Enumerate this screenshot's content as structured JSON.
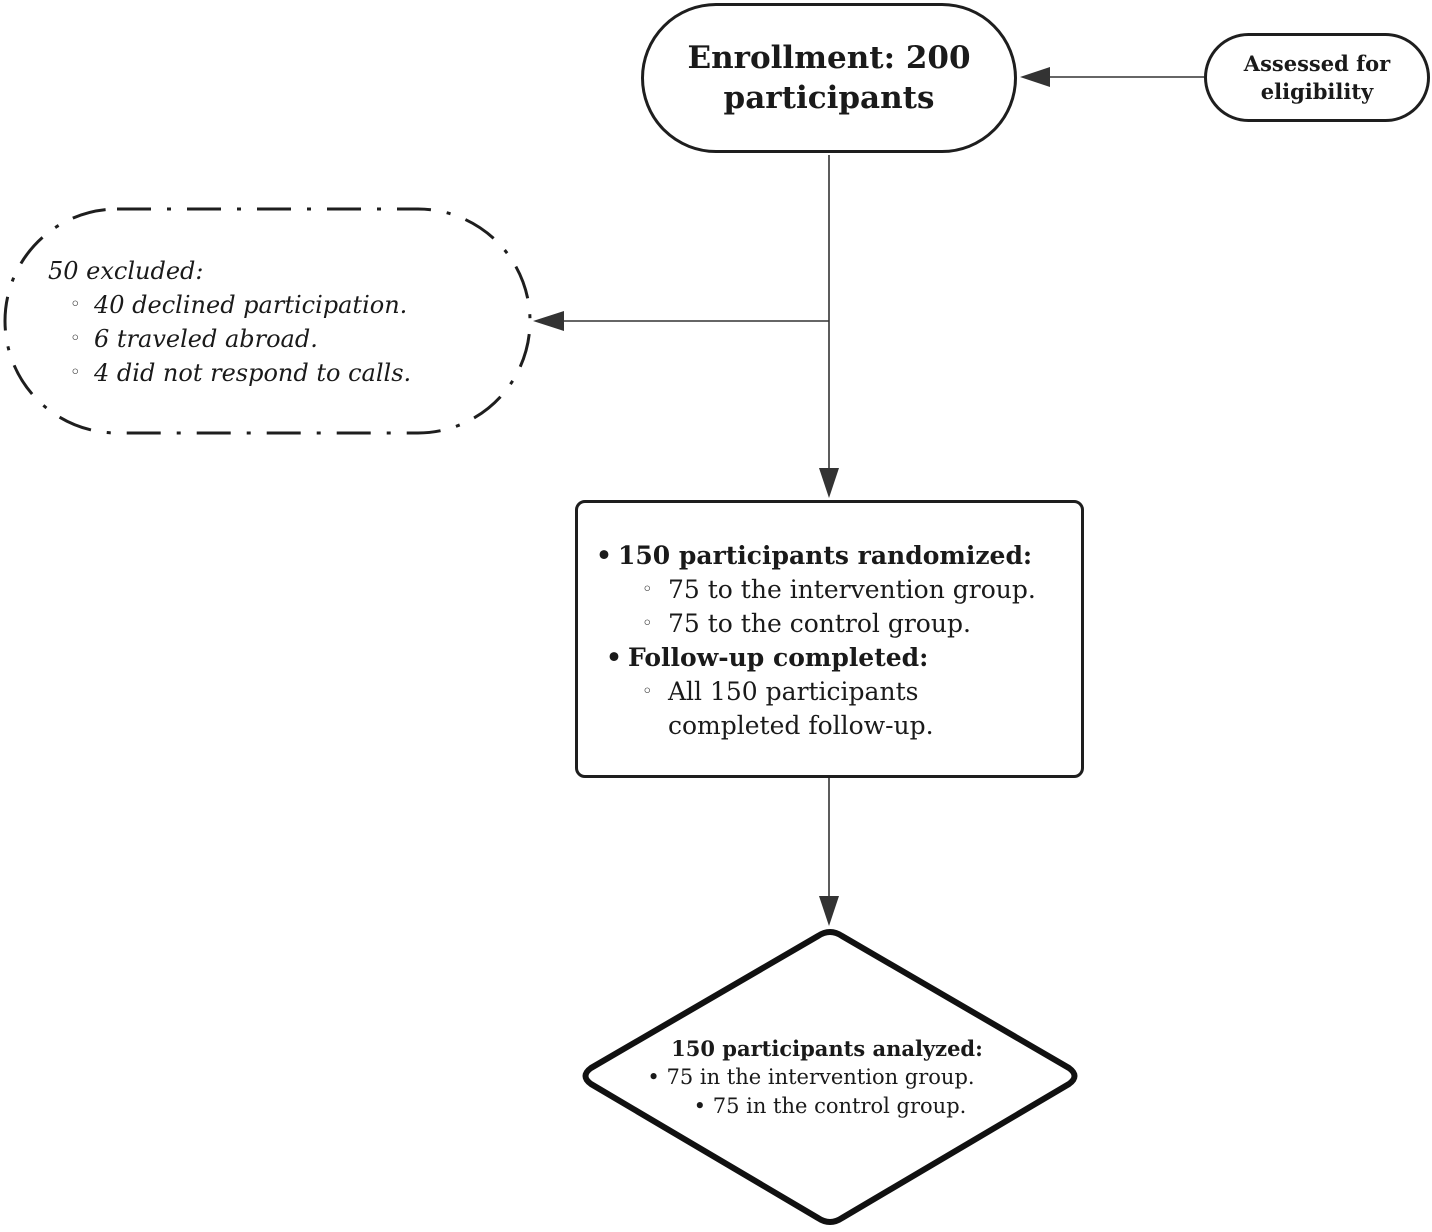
{
  "enrollment": {
    "text": "Enrollment: 200 participants"
  },
  "assessment": {
    "text": "Assessed for eligibility"
  },
  "exclusion": {
    "title": "50 excluded:",
    "items": [
      "40 declined participation.",
      "6 traveled abroad.",
      "4 did not respond to calls."
    ]
  },
  "randomization": {
    "heading": "150 participants randomized:",
    "items": [
      "75 to the intervention group.",
      "75 to the control group."
    ],
    "followup_heading": "Follow-up completed:",
    "followup_items": [
      "All 150 participants completed follow-up."
    ]
  },
  "analysis": {
    "heading": "150 participants analyzed:",
    "items": [
      "75 in the intervention group.",
      "75 in the control group."
    ]
  }
}
